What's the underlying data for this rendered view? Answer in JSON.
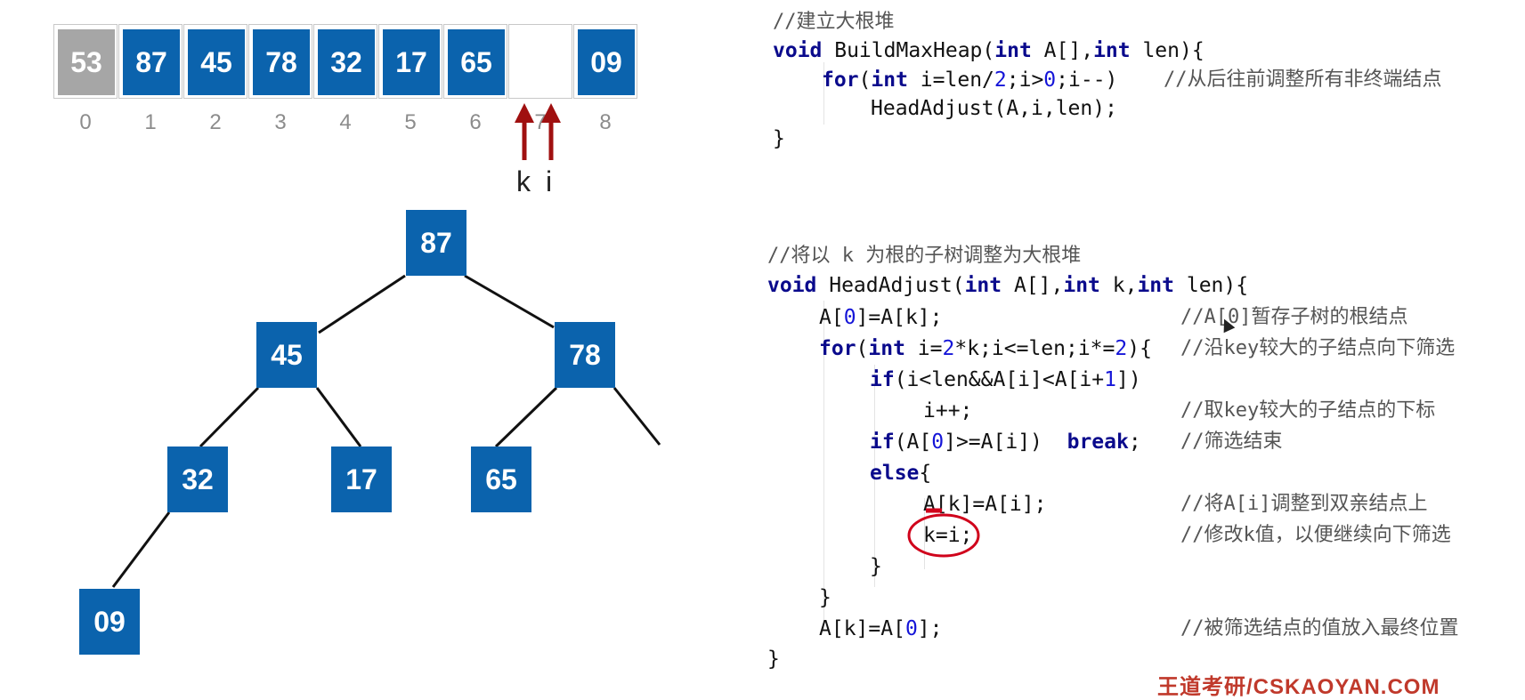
{
  "array": {
    "cells": [
      {
        "index": "0",
        "value": "53",
        "style": "gray"
      },
      {
        "index": "1",
        "value": "87",
        "style": "blue"
      },
      {
        "index": "2",
        "value": "45",
        "style": "blue"
      },
      {
        "index": "3",
        "value": "78",
        "style": "blue"
      },
      {
        "index": "4",
        "value": "32",
        "style": "blue"
      },
      {
        "index": "5",
        "value": "17",
        "style": "blue"
      },
      {
        "index": "6",
        "value": "65",
        "style": "blue"
      },
      {
        "index": "7",
        "value": "",
        "style": "empty"
      },
      {
        "index": "8",
        "value": "09",
        "style": "blue"
      }
    ],
    "pointers": [
      {
        "label": "k",
        "target_index": 7
      },
      {
        "label": "i",
        "target_index": 7
      }
    ]
  },
  "tree": {
    "nodes": [
      {
        "id": "n87",
        "value": "87"
      },
      {
        "id": "n45",
        "value": "45"
      },
      {
        "id": "n78",
        "value": "78"
      },
      {
        "id": "n32",
        "value": "32"
      },
      {
        "id": "n17",
        "value": "17"
      },
      {
        "id": "n65",
        "value": "65"
      },
      {
        "id": "n09",
        "value": "09"
      }
    ],
    "edges": [
      [
        "n87",
        "n45"
      ],
      [
        "n87",
        "n78"
      ],
      [
        "n45",
        "n32"
      ],
      [
        "n45",
        "n17"
      ],
      [
        "n78",
        "n65"
      ],
      [
        "n78",
        "dangling-right"
      ],
      [
        "n32",
        "n09"
      ]
    ]
  },
  "code": {
    "build_comment": "//建立大根堆",
    "build_sig_kw1": "void",
    "build_sig_name": " BuildMaxHeap(",
    "build_sig_kw2": "int",
    "build_sig_mid": " A[],",
    "build_sig_kw3": "int",
    "build_sig_end": " len){",
    "build_for_kw": "for",
    "build_for_a": "(",
    "build_for_kw2": "int",
    "build_for_b": " i=len/",
    "build_for_n1": "2",
    "build_for_c": ";i>",
    "build_for_n2": "0",
    "build_for_d": ";i--)",
    "build_for_comment": "//从后往前调整所有非终端结点",
    "build_call": "HeadAdjust(A,i,len);",
    "build_close": "}",
    "adjust_comment": "//将以 k 为根的子树调整为大根堆",
    "adj_sig_kw1": "void",
    "adj_sig_name": " HeadAdjust(",
    "adj_sig_kw2": "int",
    "adj_sig_a": " A[],",
    "adj_sig_kw3": "int",
    "adj_sig_b": " k,",
    "adj_sig_kw4": "int",
    "adj_sig_c": " len){",
    "adj_l1_a": "A[",
    "adj_l1_n": "0",
    "adj_l1_b": "]=A[k];",
    "adj_l1_comment": "//A[0]暂存子树的根结点",
    "adj_for_kw": "for",
    "adj_for_a": "(",
    "adj_for_kw2": "int",
    "adj_for_b": " i=",
    "adj_for_n1": "2",
    "adj_for_c": "*k;i<=len;i*=",
    "adj_for_n2": "2",
    "adj_for_d": "){",
    "adj_for_comment": "//沿key较大的子结点向下筛选",
    "adj_if1_kw": "if",
    "adj_if1_a": "(i<len&&A[i]<A[i+",
    "adj_if1_n": "1",
    "adj_if1_b": "])",
    "adj_inc": "i++;",
    "adj_inc_comment": "//取key较大的子结点的下标",
    "adj_if2_kw": "if",
    "adj_if2_a": "(A[",
    "adj_if2_n": "0",
    "adj_if2_b": "]>=A[i])  ",
    "adj_if2_kw2": "break",
    "adj_if2_c": ";",
    "adj_if2_comment": "//筛选结束",
    "adj_else_kw": "else",
    "adj_else_b": "{",
    "adj_assign": "A[k]=A[i];",
    "adj_assign_comment": "//将A[i]调整到双亲结点上",
    "adj_k": "k=i;",
    "adj_k_comment": "//修改k值，以便继续向下筛选",
    "adj_close_else": "}",
    "adj_close_for": "}",
    "adj_final_a": "A[k]=A[",
    "adj_final_n": "0",
    "adj_final_b": "];",
    "adj_final_comment": "//被筛选结点的值放入最终位置",
    "adj_close": "}"
  },
  "watermark": "王道考研/CSKAOYAN.COM",
  "colors": {
    "node_blue": "#0b63ad",
    "sentinel_gray": "#a6a6a6",
    "arrow_red": "#a01010",
    "annotation_red": "#d0021b",
    "keyword": "#0a0a8c",
    "number": "#1515d8"
  }
}
